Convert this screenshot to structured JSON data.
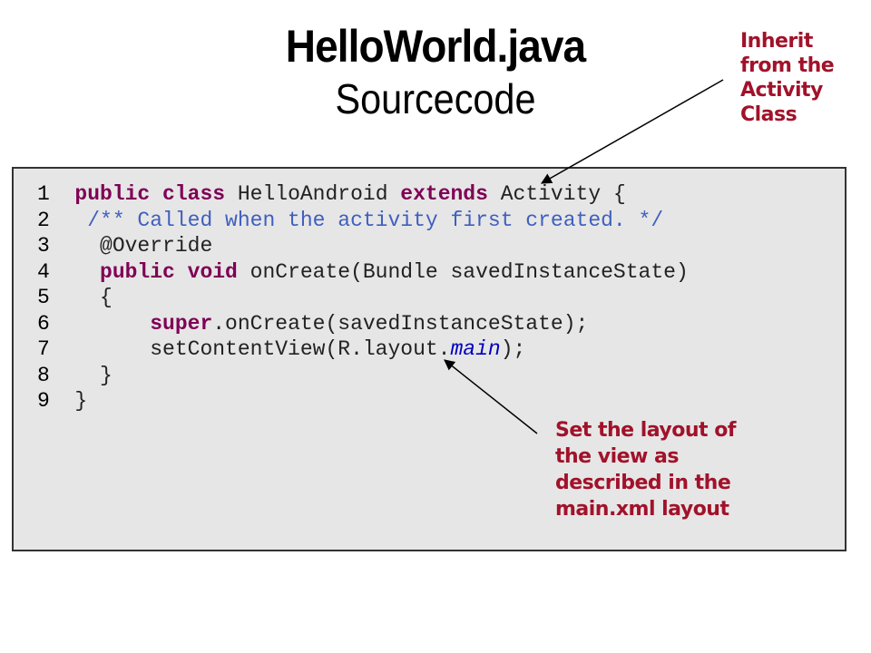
{
  "title": {
    "main": "HelloWorld.java",
    "sub": "Sourcecode"
  },
  "callouts": {
    "inherit": [
      "Inherit",
      "from the",
      "Activity",
      "Class"
    ],
    "set_layout": [
      "Set the layout of",
      "the view as",
      "described in the",
      "main.xml layout"
    ]
  },
  "code_lines": [
    [
      {
        "t": "1  ",
        "c": "ln"
      },
      {
        "t": "public class",
        "c": "kw"
      },
      {
        "t": " HelloAndroid ",
        "c": "tx"
      },
      {
        "t": "extends",
        "c": "kw"
      },
      {
        "t": " Activity {",
        "c": "tx"
      }
    ],
    [
      {
        "t": "2  ",
        "c": "ln"
      },
      {
        "t": " /** Called when the activity first created. */",
        "c": "cm"
      }
    ],
    [
      {
        "t": "3  ",
        "c": "ln"
      },
      {
        "t": "  @Override",
        "c": "tx"
      }
    ],
    [
      {
        "t": "4  ",
        "c": "ln"
      },
      {
        "t": "  public void",
        "c": "kw"
      },
      {
        "t": " onCreate(Bundle savedInstanceState)",
        "c": "tx"
      }
    ],
    [
      {
        "t": "5  ",
        "c": "ln"
      },
      {
        "t": "  {",
        "c": "tx"
      }
    ],
    [
      {
        "t": "6  ",
        "c": "ln"
      },
      {
        "t": "      super",
        "c": "kw"
      },
      {
        "t": ".onCreate(savedInstanceState);",
        "c": "tx"
      }
    ],
    [
      {
        "t": "7  ",
        "c": "ln"
      },
      {
        "t": "      setContentView(R.layout.",
        "c": "tx"
      },
      {
        "t": "main",
        "c": "it"
      },
      {
        "t": ");",
        "c": "tx"
      }
    ],
    [
      {
        "t": "8  ",
        "c": "ln"
      },
      {
        "t": "  }",
        "c": "tx"
      }
    ],
    [
      {
        "t": "9  ",
        "c": "ln"
      },
      {
        "t": "}",
        "c": "tx"
      }
    ]
  ],
  "colors": {
    "callout": "#a1122a",
    "keyword": "#7f0055",
    "comment": "#3f5fbf",
    "field": "#0000c0",
    "code_background": "#e6e6e6"
  }
}
